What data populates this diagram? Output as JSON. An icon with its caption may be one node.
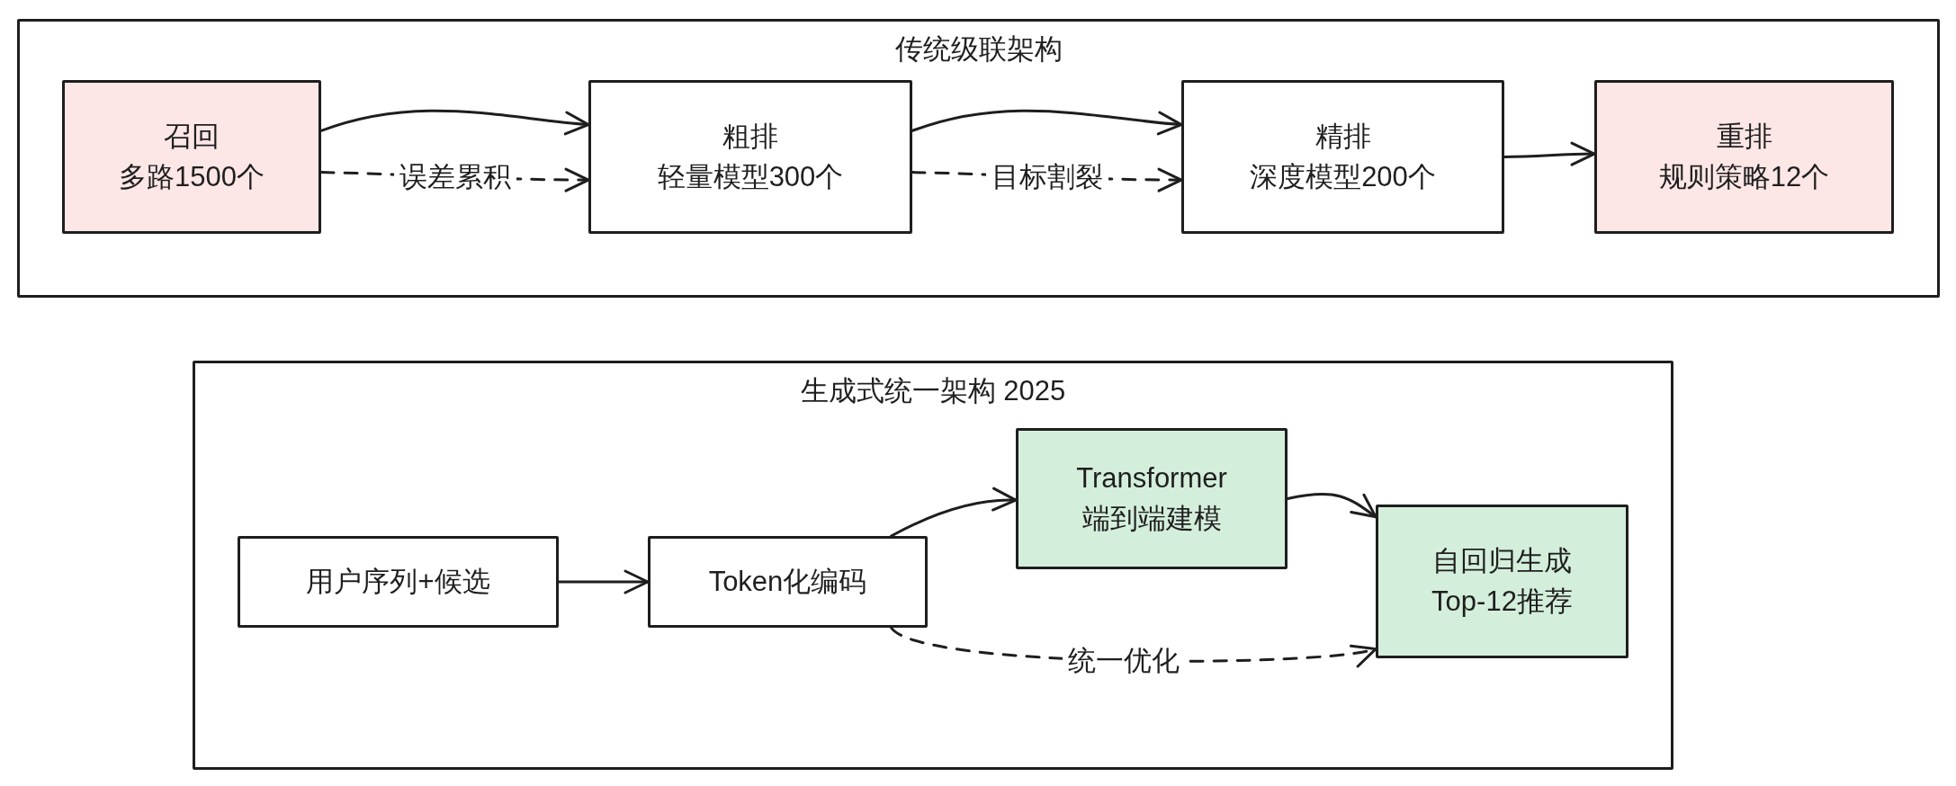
{
  "diagram": {
    "nodes": [
      {
        "text": [
          "传统级联架构"
        ]
      },
      {
        "text": [
          "召回",
          "多路1500个"
        ],
        "in": 0
      },
      {
        "text": [
          "粗排",
          "轻量模型300个"
        ],
        "in": 0
      },
      {
        "text": [
          "精排",
          "深度模型200个"
        ],
        "in": 0
      },
      {
        "text": [
          "重排",
          "规则策略12个"
        ],
        "in": 0
      },
      {
        "text": [
          "生成式统一架构 2025"
        ]
      },
      {
        "text": [
          "用户序列+候选"
        ],
        "in": 5
      },
      {
        "text": [
          "Token化编码"
        ],
        "in": 5
      },
      {
        "text": [
          "Transformer",
          "端到端建模"
        ],
        "in": 5
      },
      {
        "text": [
          "自回归生成",
          "Top-12推荐"
        ],
        "in": 5
      }
    ],
    "edges": [
      {
        "from": 1,
        "to": 2,
        "arrow": "to"
      },
      {
        "from": 1,
        "to": 2,
        "arrow": "to",
        "label": "误差累积",
        "style": "dashed"
      },
      {
        "from": 2,
        "to": 3,
        "arrow": "to"
      },
      {
        "from": 2,
        "to": 3,
        "arrow": "to",
        "label": "目标割裂",
        "style": "dashed"
      },
      {
        "from": 3,
        "to": 4,
        "arrow": "to"
      },
      {
        "from": 6,
        "to": 7,
        "arrow": "to"
      },
      {
        "from": 7,
        "to": 8,
        "arrow": "to"
      },
      {
        "from": 8,
        "to": 9,
        "arrow": "to"
      },
      {
        "from": 7,
        "to": 9,
        "arrow": "to",
        "label": "统一优化",
        "style": "dashed"
      }
    ]
  }
}
